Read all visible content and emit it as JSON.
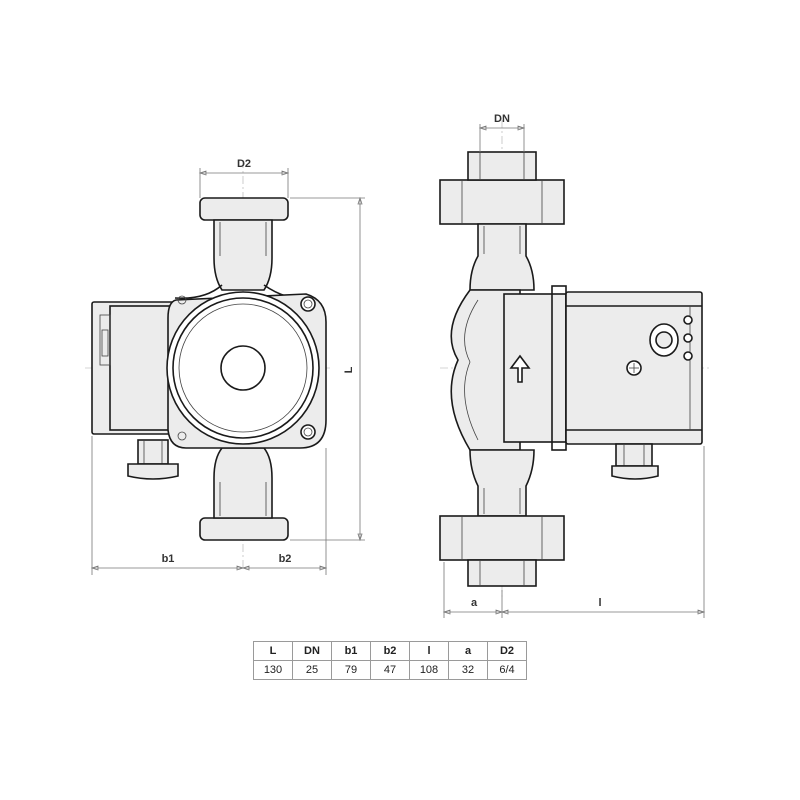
{
  "dimension_labels": {
    "D2": "D2",
    "DN": "DN",
    "L": "L",
    "b1": "b1",
    "b2": "b2",
    "a": "a",
    "l": "l"
  },
  "table": {
    "headers": [
      "L",
      "DN",
      "b1",
      "b2",
      "l",
      "a",
      "D2"
    ],
    "values": [
      "130",
      "25",
      "79",
      "47",
      "108",
      "32",
      "6/4"
    ]
  }
}
